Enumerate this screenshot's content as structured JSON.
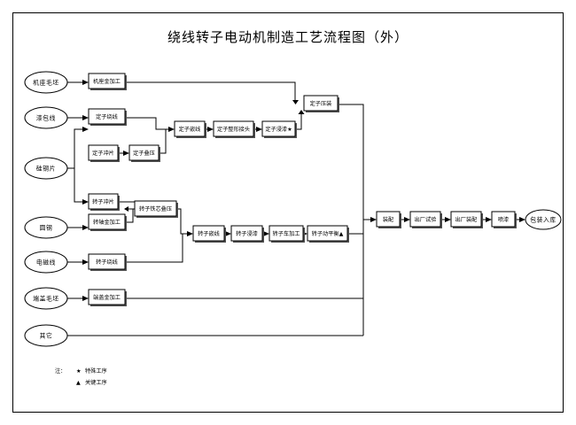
{
  "document": {
    "title": "绕线转子电动机制造工艺流程图（外）",
    "kind": "process-flow-diagram"
  },
  "legend": {
    "prefix": "注：",
    "items": [
      {
        "symbol": "★",
        "label": "特殊工序"
      },
      {
        "symbol": "▲",
        "label": "关键工序"
      }
    ]
  },
  "inputs": [
    {
      "id": "in1",
      "label": "机座毛坯"
    },
    {
      "id": "in2",
      "label": "漆包线"
    },
    {
      "id": "in3",
      "label": "硅钢片"
    },
    {
      "id": "in4",
      "label": "圆钢"
    },
    {
      "id": "in5",
      "label": "电磁线"
    },
    {
      "id": "in6",
      "label": "端盖毛坯"
    },
    {
      "id": "in7",
      "label": "其它"
    }
  ],
  "processes": [
    {
      "id": "p_jizuo",
      "label": "机座金加工"
    },
    {
      "id": "p_dzrw",
      "label": "定子绕线"
    },
    {
      "id": "p_dzcp",
      "label": "定子冲片"
    },
    {
      "id": "p_dzdy",
      "label": "定子叠压"
    },
    {
      "id": "p_dzqx",
      "label": "定子嵌线"
    },
    {
      "id": "p_dzzx",
      "label": "定子整形接头"
    },
    {
      "id": "p_dzjq",
      "label": "定子浸漆★"
    },
    {
      "id": "p_dzyz",
      "label": "定子压装"
    },
    {
      "id": "p_zzcp",
      "label": "转子冲片"
    },
    {
      "id": "p_zztx",
      "label": "转子铁芯叠压"
    },
    {
      "id": "p_zzjg",
      "label": "转轴金加工"
    },
    {
      "id": "p_zzrw",
      "label": "转子绕线"
    },
    {
      "id": "p_zzqx",
      "label": "转子嵌线"
    },
    {
      "id": "p_zzjq",
      "label": "转子浸漆"
    },
    {
      "id": "p_zzcj",
      "label": "转子车加工"
    },
    {
      "id": "p_zzph",
      "label": "转子动平衡▲"
    },
    {
      "id": "p_dgjg",
      "label": "端盖金加工"
    },
    {
      "id": "p_zhuangpei",
      "label": "装配"
    },
    {
      "id": "p_ccsy",
      "label": "出厂试验"
    },
    {
      "id": "p_cczp",
      "label": "出厂装配"
    },
    {
      "id": "p_penqi",
      "label": "喷漆"
    }
  ],
  "outputs": [
    {
      "id": "out1",
      "label": "包装入库"
    }
  ],
  "colors": {
    "stroke": "#000000",
    "fill": "#ffffff",
    "shadow": "#555555",
    "background": "#ffffff"
  }
}
